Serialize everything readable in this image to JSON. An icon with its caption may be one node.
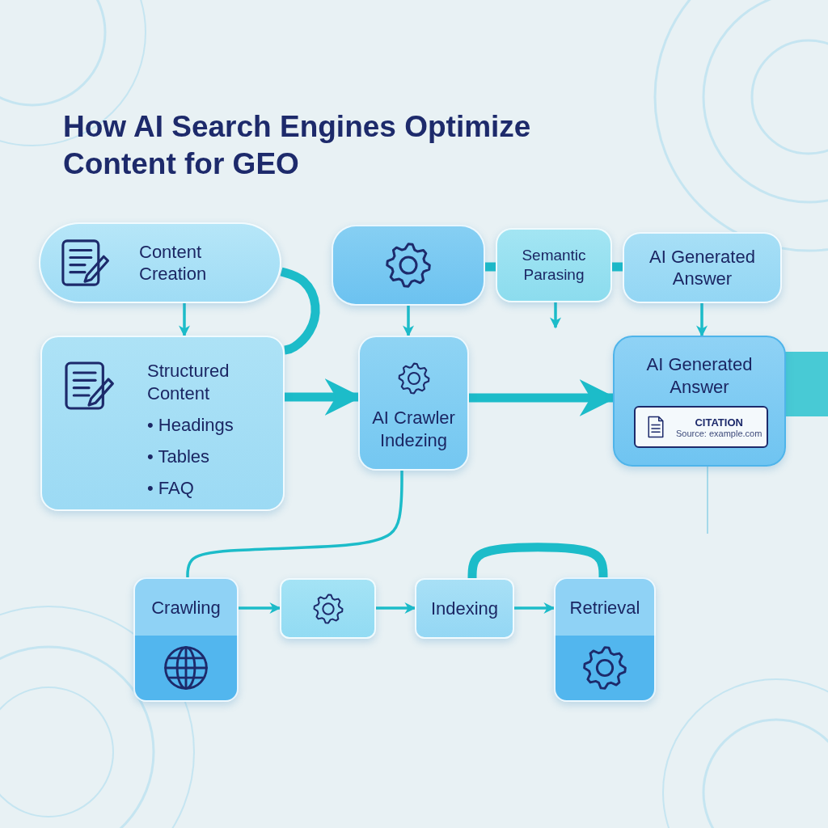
{
  "diagram": {
    "title": "How AI Search Engines Optimize Content for GEO",
    "nodes": [
      {
        "text": [
          "Content Creation"
        ]
      },
      {
        "text": [
          "Structured Content",
          "• Headings",
          "• Tables",
          "• FAQ"
        ]
      },
      {
        "text": [],
        "shape": "box"
      },
      {
        "text": [
          "Semantic Parasing"
        ]
      },
      {
        "text": [
          "AI Generated Answer"
        ]
      },
      {
        "text": [
          "AI Crawler Indezing"
        ]
      },
      {
        "text": [
          "AI Generated Answer"
        ]
      },
      {
        "text": [
          "CITATION",
          "Source: example.com"
        ],
        "in": 6
      },
      {
        "text": [
          "Crawling"
        ]
      },
      {
        "text": [],
        "shape": "box"
      },
      {
        "text": [
          "Indexing"
        ]
      },
      {
        "text": [
          "Retrieval"
        ]
      }
    ],
    "edges": [
      {
        "from": 0,
        "to": 1,
        "arrow": "to"
      },
      {
        "from": 0,
        "to": 1,
        "arrow": "none",
        "style": "thick"
      },
      {
        "from": 1,
        "to": 5,
        "arrow": "to",
        "style": "thick"
      },
      {
        "from": 2,
        "to": 5,
        "arrow": "to"
      },
      {
        "from": 2,
        "to": 3,
        "arrow": "none",
        "style": "thick"
      },
      {
        "from": 3,
        "to": 4,
        "arrow": "none",
        "style": "thick"
      },
      {
        "from": 3,
        "to": null,
        "arrow": "to"
      },
      {
        "from": 4,
        "to": 6,
        "arrow": "to"
      },
      {
        "from": 5,
        "to": 6,
        "arrow": "to",
        "style": "thick"
      },
      {
        "from": 5,
        "to": 8,
        "arrow": "none"
      },
      {
        "from": 8,
        "to": 9,
        "arrow": "to"
      },
      {
        "from": 9,
        "to": 10,
        "arrow": "to"
      },
      {
        "from": 10,
        "to": 11,
        "arrow": "to"
      },
      {
        "from": 10,
        "to": 11,
        "arrow": "none",
        "style": "thick"
      }
    ]
  }
}
